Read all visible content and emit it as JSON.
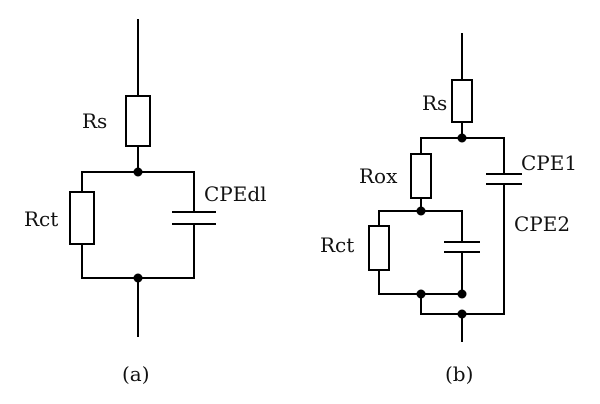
{
  "circuit_a": {
    "caption": "(a)",
    "rs_label": "Rs",
    "rct_label": "Rct",
    "cpe_label": "CPEdl"
  },
  "circuit_b": {
    "caption": "(b)",
    "rs_label": "Rs",
    "rox_label": "Rox",
    "rct_label": "Rct",
    "cpe1_label": "CPE1",
    "cpe2_label": "CPE2"
  }
}
